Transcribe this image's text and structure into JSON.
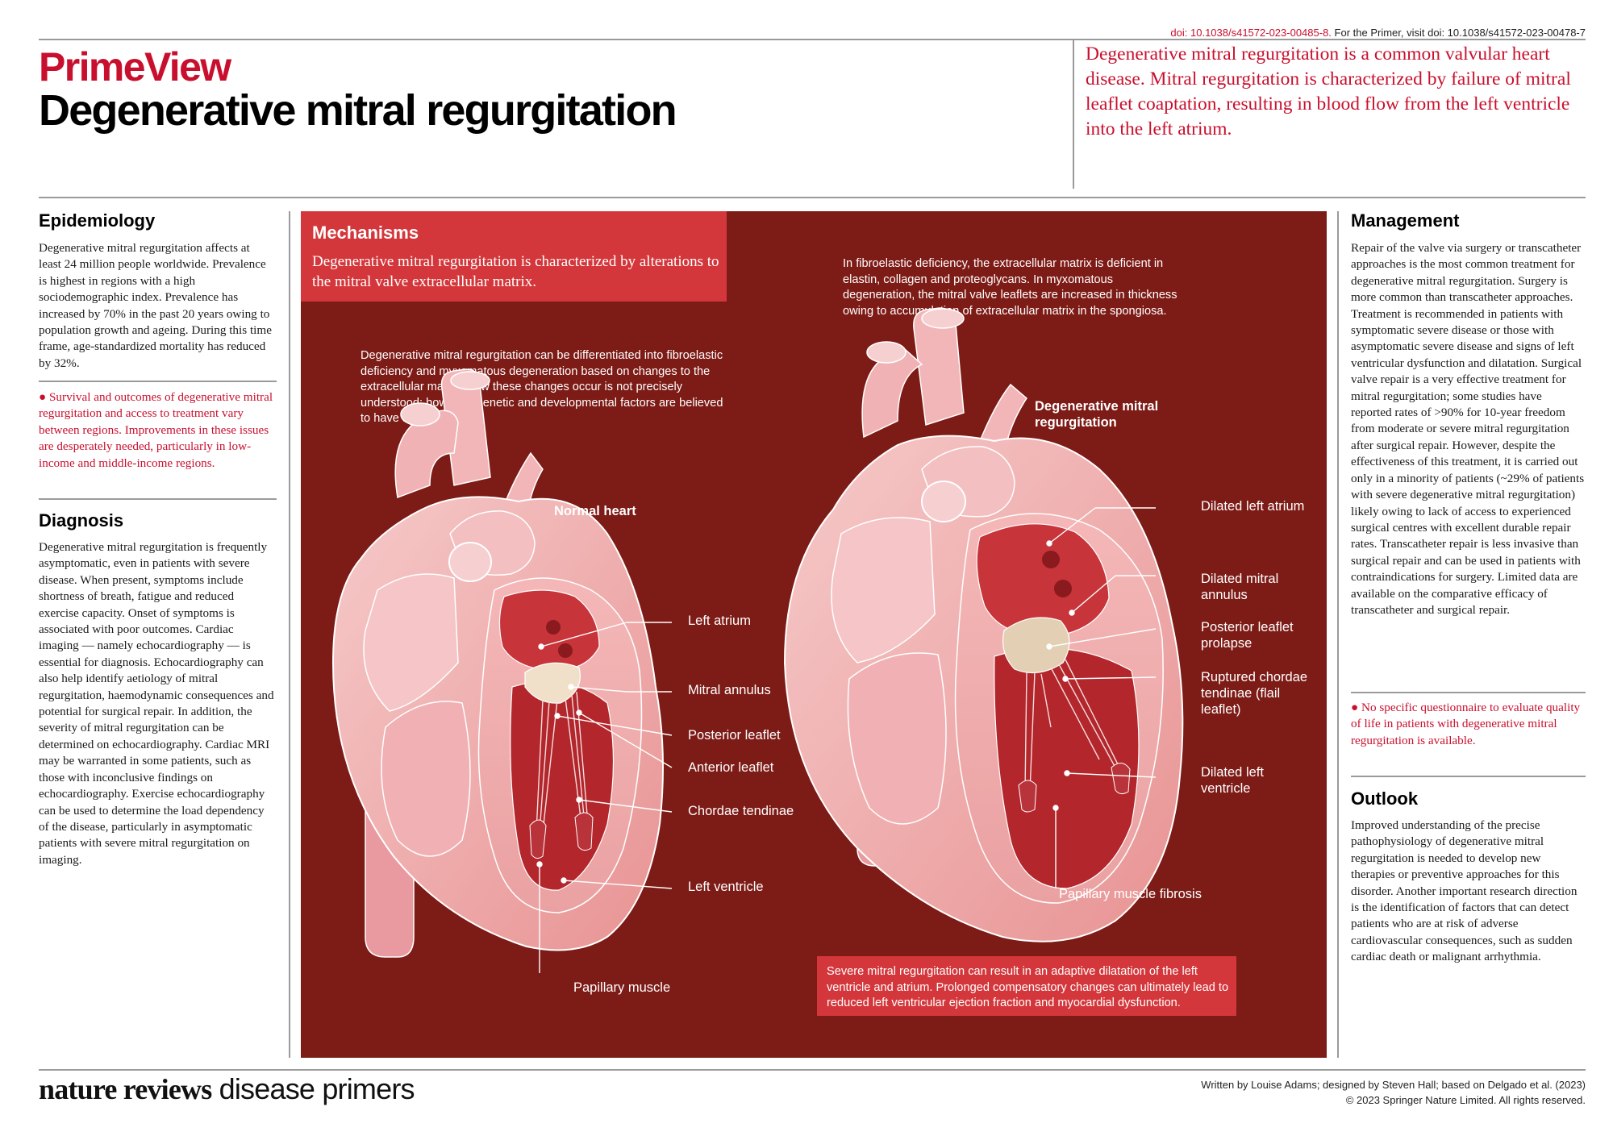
{
  "header": {
    "doi_article": "doi: 10.1038/s41572-023-00485-8.",
    "doi_primer": " For the Primer, visit doi: 10.1038/s41572-023-00478-7",
    "brand": "PrimeView",
    "title": "Degenerative mitral regurgitation",
    "intro": "Degenerative mitral regurgitation is a common valvular heart disease. Mitral regurgitation is characterized by failure of mitral leaflet coaptation, resulting in blood flow from the left ventricle into the left atrium."
  },
  "epidemiology": {
    "heading": "Epidemiology",
    "body": "Degenerative mitral regurgitation affects at least 24 million people worldwide. Prevalence is highest in regions with a high sociodemographic index. Prevalence has increased by 70% in the past 20 years owing to population growth and ageing. During this time frame, age-standardized mortality has reduced by 32%.",
    "note": "● Survival and outcomes of degenerative mitral regurgitation and access to treatment vary between regions. Improvements in these issues are desperately needed, particularly in low-income and middle-income regions."
  },
  "diagnosis": {
    "heading": "Diagnosis",
    "body": "Degenerative mitral regurgitation is frequently asymptomatic, even in patients with severe disease. When present, symptoms include shortness of breath, fatigue and reduced exercise capacity. Onset of symptoms is associated with poor outcomes. Cardiac imaging — namely echocardiography — is essential for diagnosis. Echocardiography can also help identify aetiology of mitral regurgitation, haemodynamic consequences and potential for surgical repair. In addition, the severity of mitral regurgitation can be determined on echocardiography. Cardiac MRI may be warranted in some patients, such as those with inconclusive findings on echocardiography. Exercise echocardiography can be used to determine the load dependency of the disease, particularly in asymptomatic patients with severe mitral regurgitation on imaging."
  },
  "mechanisms": {
    "heading": "Mechanisms",
    "subheading": "Degenerative mitral regurgitation is characterized by alterations to the mitral valve extracellular matrix.",
    "text_left": "Degenerative mitral regurgitation can be differentiated into fibroelastic deficiency and myxomatous degeneration based on changes to the extracellular matrix. How these changes occur is not precisely understood; however, genetic and developmental factors are believed to have a role.",
    "text_right": "In fibroelastic deficiency, the extracellular matrix is deficient in elastin, collagen and proteoglycans. In myxomatous degeneration, the mitral valve leaflets are increased in thickness owing to accumulation of extracellular matrix in the spongiosa.",
    "normal_heart": {
      "title": "Normal heart",
      "labels": [
        "Left atrium",
        "Mitral annulus",
        "Posterior leaflet",
        "Anterior leaflet",
        "Chordae tendinae",
        "Left ventricle",
        "Papillary muscle"
      ]
    },
    "dmr_heart": {
      "title": "Degenerative mitral regurgitation",
      "labels": [
        "Dilated left atrium",
        "Dilated mitral annulus",
        "Posterior leaflet prolapse",
        "Ruptured chordae tendinae (flail leaflet)",
        "Dilated left ventricle",
        "Papillary muscle fibrosis"
      ]
    },
    "severe_note": "Severe mitral regurgitation can result in an adaptive dilatation of the left ventricle and atrium. Prolonged compensatory changes can ultimately lead to reduced left ventricular ejection fraction and myocardial dysfunction."
  },
  "management": {
    "heading": "Management",
    "body": "Repair of the valve via surgery or transcatheter approaches is the most common treatment for degenerative mitral regurgitation. Surgery is more common than transcatheter approaches. Treatment is recommended in patients with symptomatic severe disease or those with asymptomatic severe disease and signs of left ventricular dysfunction and dilatation. Surgical valve repair is a very effective treatment for mitral regurgitation; some studies have reported rates of >90% for 10-year freedom from moderate or severe mitral regurgitation after surgical repair. However, despite the effectiveness of this treatment, it is carried out only in a minority of patients (~29% of patients with severe degenerative mitral regurgitation) likely owing to lack of access to experienced surgical centres with excellent durable repair rates. Transcatheter repair is less invasive than surgical repair and can be used in patients with contraindications for surgery. Limited data are available on the comparative efficacy of transcatheter and surgical repair.",
    "note": "● No specific questionnaire to evaluate quality of life in patients with degenerative mitral regurgitation is available."
  },
  "outlook": {
    "heading": "Outlook",
    "body": "Improved understanding of the precise pathophysiology of degenerative mitral regurgitation is needed to develop new therapies or preventive approaches for this disorder. Another important research direction is the identification of factors that can detect patients who are at risk of adverse cardiovascular consequences, such as sudden cardiac death or malignant arrhythmia."
  },
  "footer": {
    "logo_bold": "nature reviews",
    "logo_light": " disease primers",
    "credit_line1": "Written by Louise Adams; designed by Steven Hall; based on Delgado et al. (2023)",
    "credit_line2": "© 2023 Springer Nature Limited. All rights reserved."
  },
  "colors": {
    "accent_red": "#c8102e",
    "panel_dark": "#7d1b16",
    "panel_box": "#d4373b"
  }
}
